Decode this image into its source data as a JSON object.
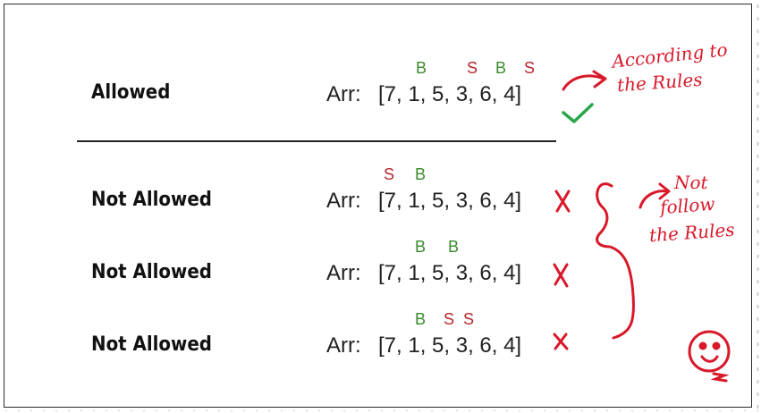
{
  "rows": [
    {
      "label": "Allowed",
      "arr_prefix": "Arr:",
      "array_text": "[7, 1, 5, 3, 6, 4]",
      "marks": [
        {
          "letter": "B",
          "type": "buy"
        },
        {
          "letter": "S",
          "type": "sell"
        },
        {
          "letter": "B",
          "type": "buy"
        },
        {
          "letter": "S",
          "type": "sell"
        }
      ]
    },
    {
      "label": "Not Allowed",
      "arr_prefix": "Arr:",
      "array_text": "[7, 1, 5, 3, 6, 4]",
      "marks": [
        {
          "letter": "S",
          "type": "sell"
        },
        {
          "letter": "B",
          "type": "buy"
        }
      ]
    },
    {
      "label": "Not Allowed",
      "arr_prefix": "Arr:",
      "array_text": "[7, 1, 5, 3, 6, 4]",
      "marks": [
        {
          "letter": "B",
          "type": "buy"
        },
        {
          "letter": "B",
          "type": "buy"
        }
      ]
    },
    {
      "label": "Not Allowed",
      "arr_prefix": "Arr:",
      "array_text": "[7, 1, 5, 3, 6, 4]",
      "marks": [
        {
          "letter": "B",
          "type": "buy"
        },
        {
          "letter": "S",
          "type": "sell"
        },
        {
          "letter": "S",
          "type": "sell"
        }
      ]
    }
  ],
  "annotations": {
    "according_line1": "According to",
    "according_line2": "the Rules",
    "not_follow_line1": "Not",
    "not_follow_line2": "follow",
    "not_follow_line3": "the Rules"
  },
  "colors": {
    "buy": "#3a8a2c",
    "sell": "#b3262d",
    "ink": "#d8192a",
    "check": "#2aa64a"
  }
}
